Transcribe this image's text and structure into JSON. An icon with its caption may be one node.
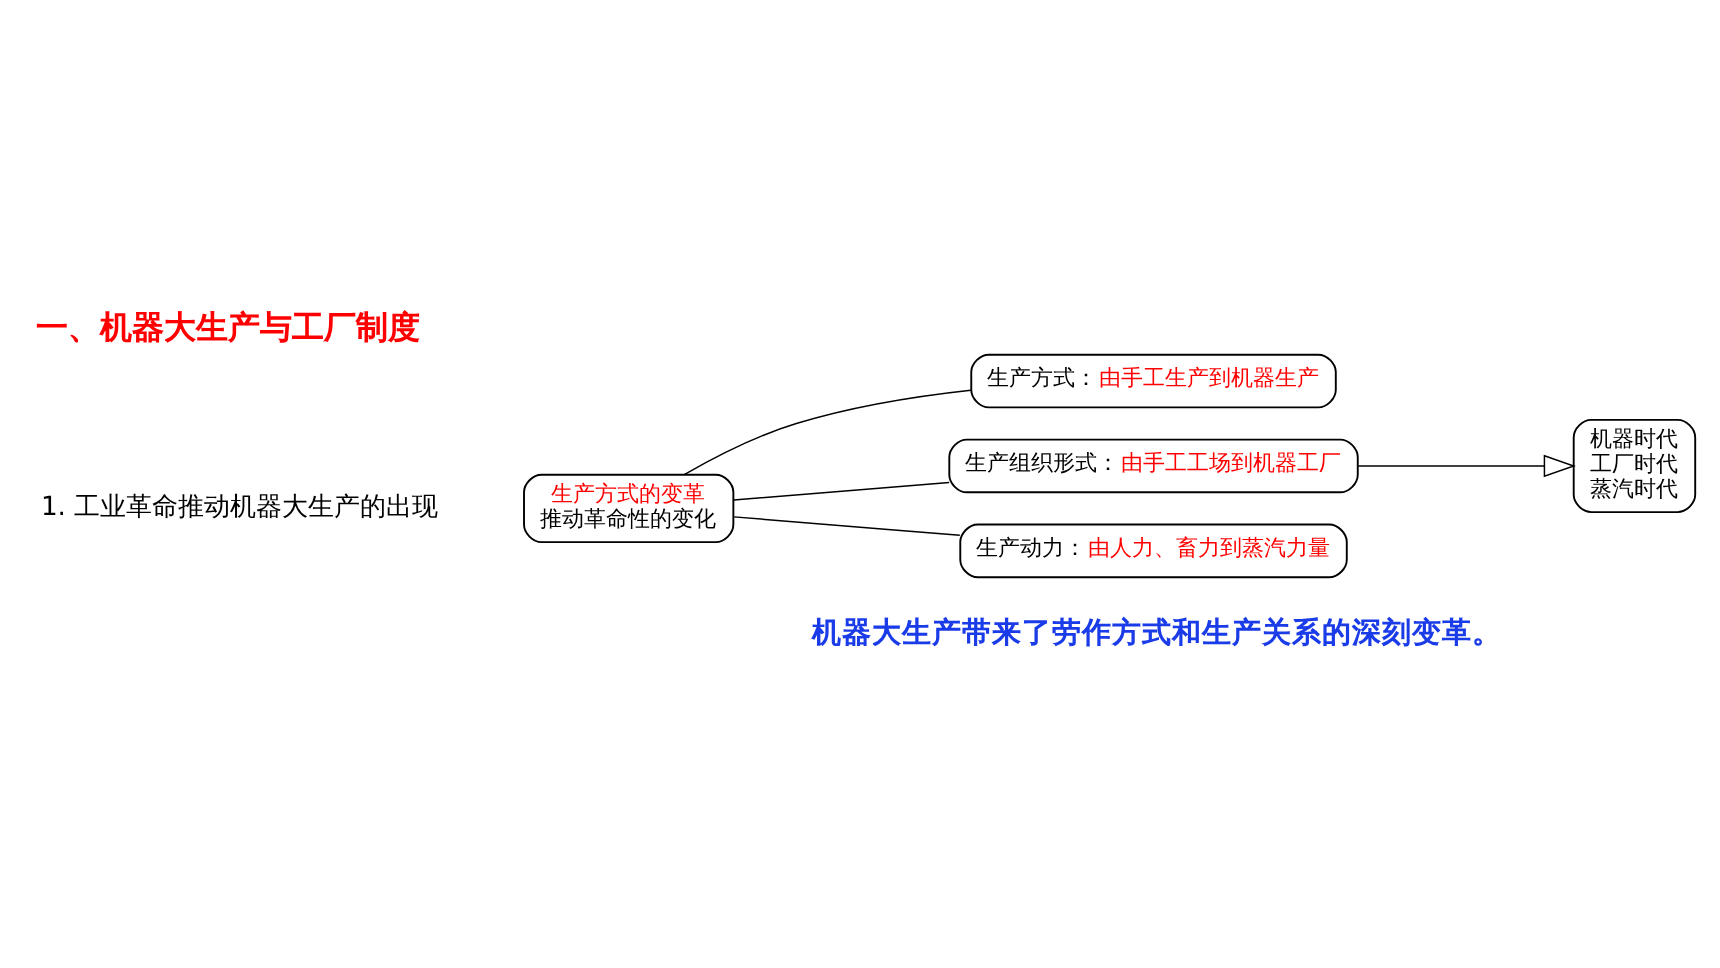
{
  "diagram": {
    "title": "一、机器大生产与工厂制度",
    "nodes": [
      {
        "text": [
          "生产方式的变革",
          "推动革命性的变化"
        ]
      },
      {
        "text": [
          "生产方式：",
          "由手工生产到机器生产"
        ]
      },
      {
        "text": [
          "生产组织形式：",
          "由手工工场到机器工厂"
        ]
      },
      {
        "text": [
          "生产动力：",
          "由人力、畜力到蒸汽力量"
        ]
      },
      {
        "text": [
          "机器时代",
          "工厂时代",
          "蒸汽时代"
        ]
      }
    ],
    "edges": [
      {
        "from": 0,
        "to": 1,
        "arrow": "none"
      },
      {
        "from": 0,
        "to": 2,
        "arrow": "none"
      },
      {
        "from": 0,
        "to": 3,
        "arrow": "none"
      },
      {
        "from": 2,
        "to": 4,
        "arrow": "to"
      }
    ],
    "labels": [
      "1. 工业革命推动机器大生产的出现",
      "机器大生产带来了劳作方式和生产关系的深刻变革。"
    ]
  }
}
